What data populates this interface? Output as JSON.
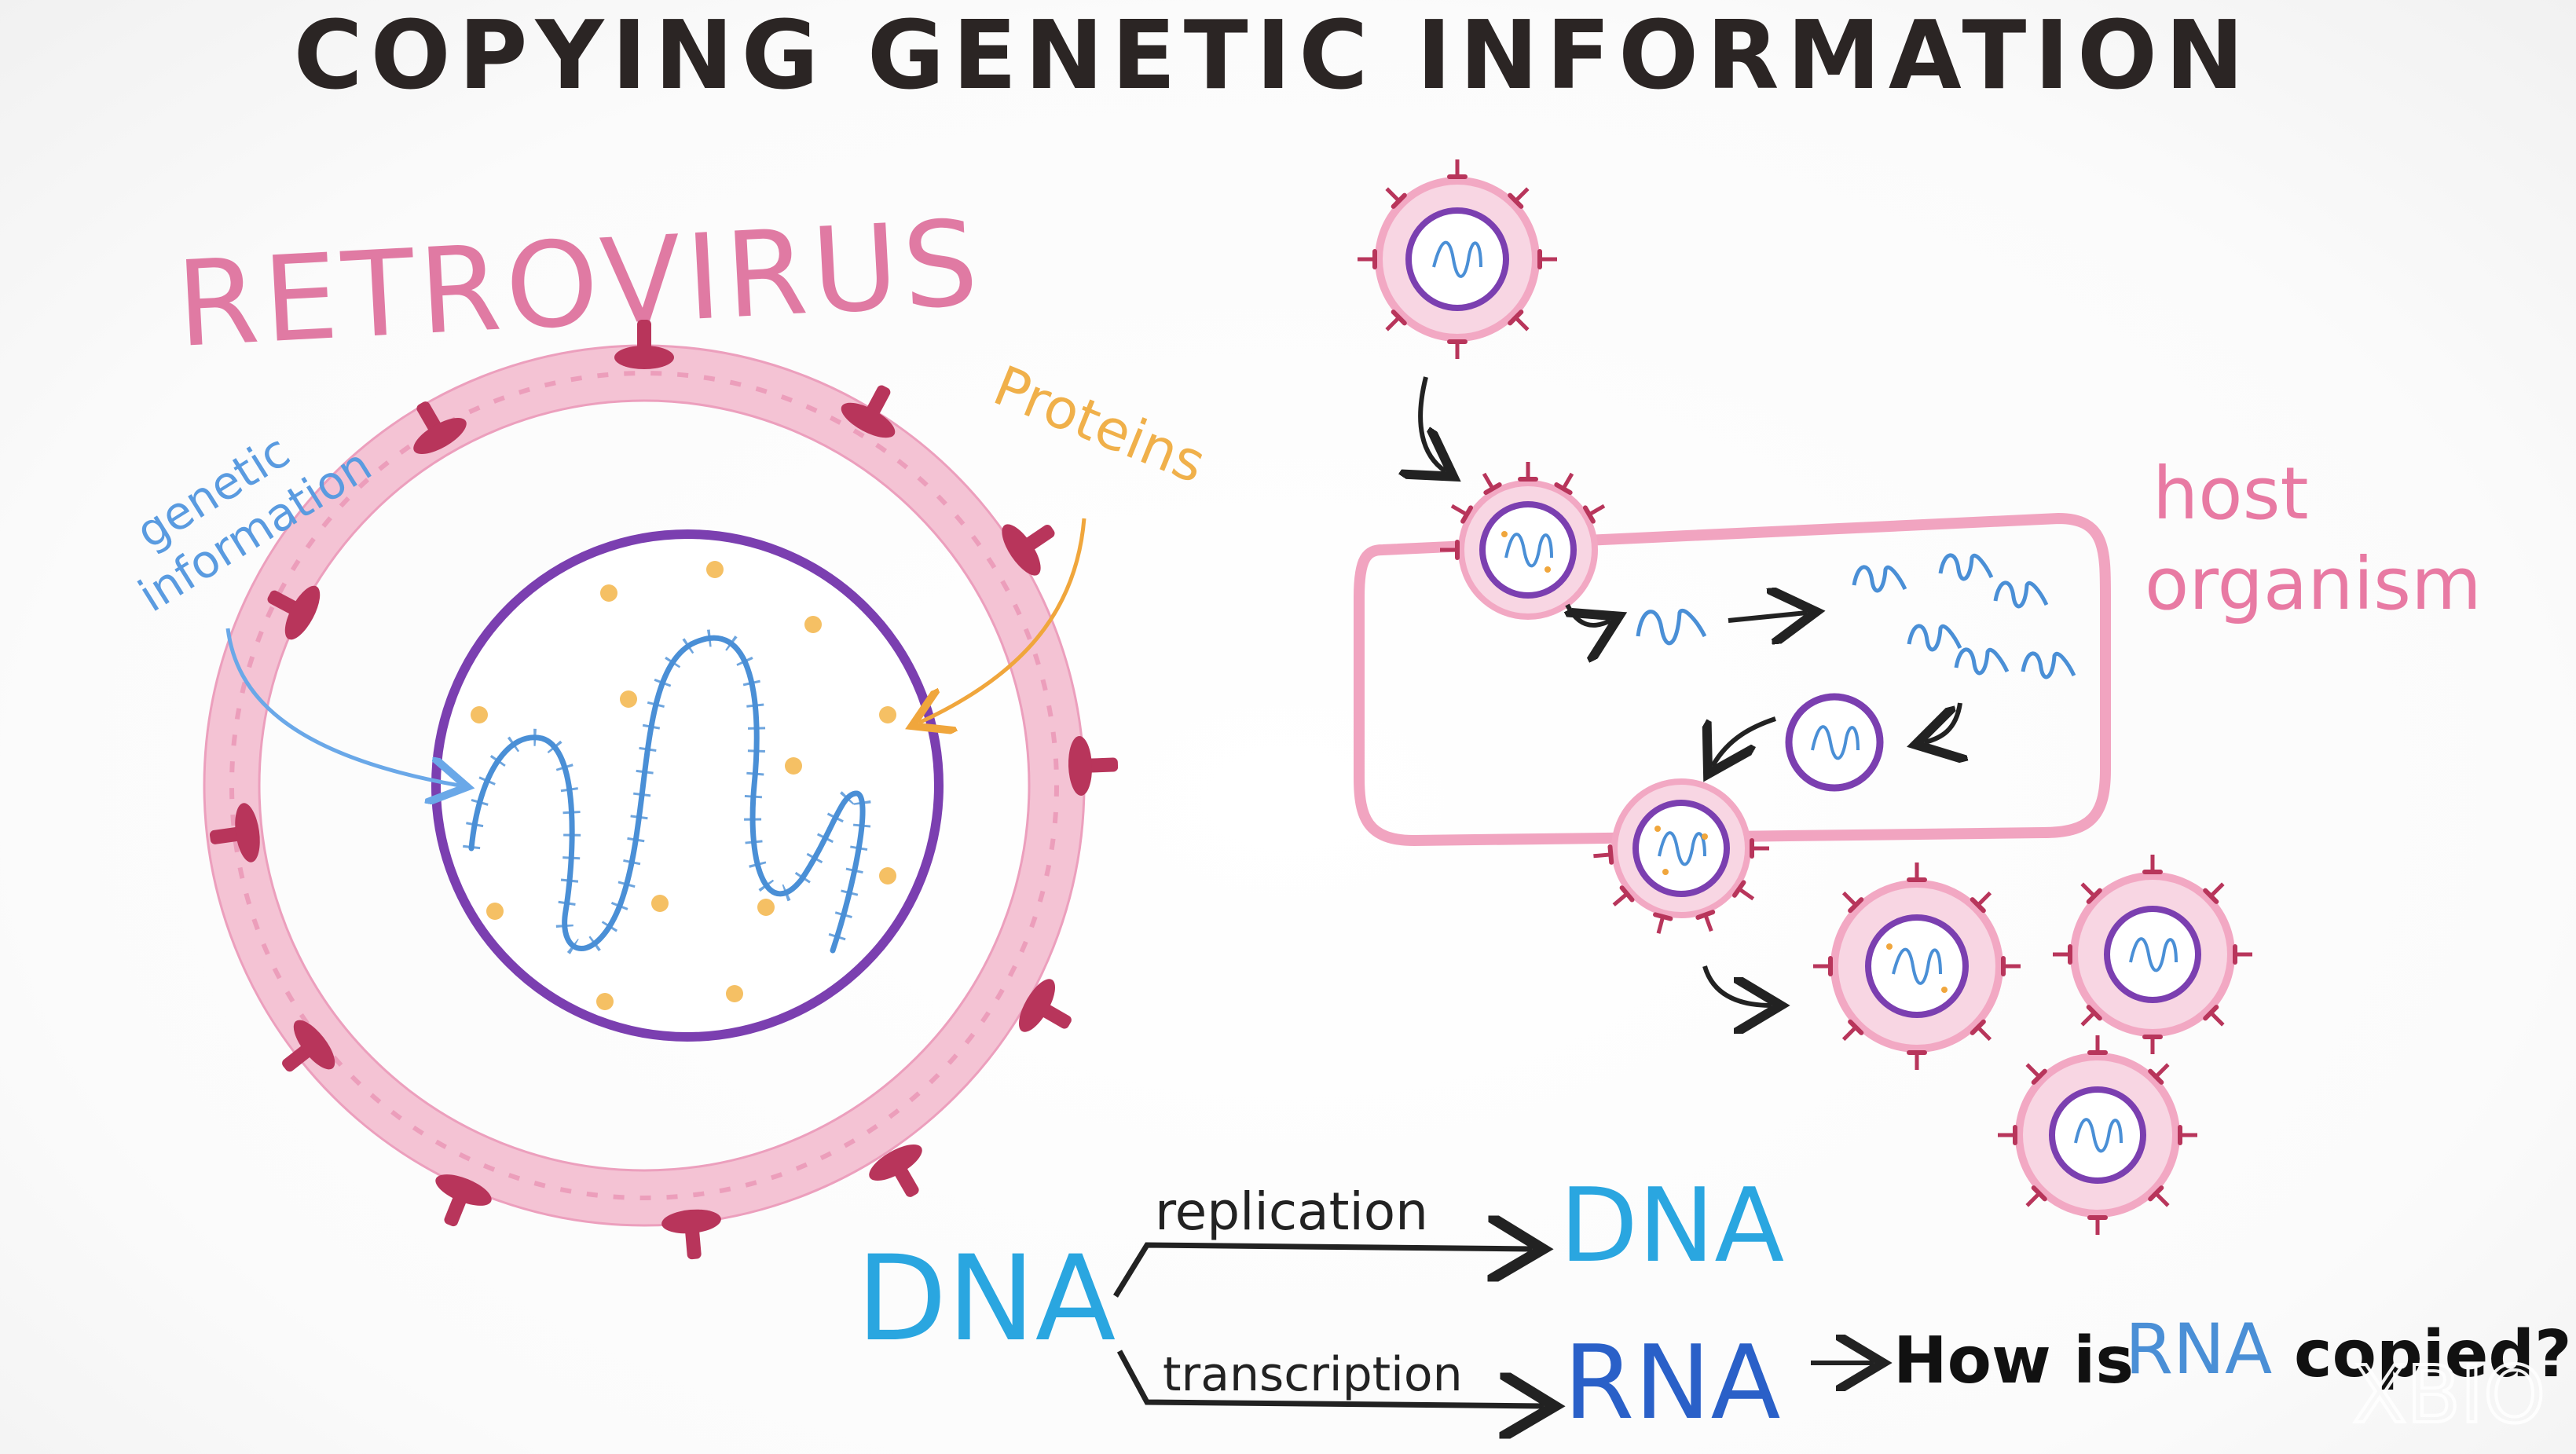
{
  "title": "COPYING GENETIC INFORMATION",
  "retrovirus": {
    "label": "RETROVIRUS",
    "genetic_information_line1": "genetic",
    "genetic_information_line2": "information",
    "proteins": "Proteins"
  },
  "host": {
    "line1": "host",
    "line2": "organism"
  },
  "flow": {
    "source": "DNA",
    "replication": "replication",
    "replication_target": "DNA",
    "transcription": "transcription",
    "transcription_target": "RNA",
    "question_prefix": "How is",
    "question_rna": "RNA",
    "question_suffix": "copied?"
  },
  "watermark": "XBIO",
  "colors": {
    "title": "#2b2524",
    "pink": "#e07aa3",
    "purple": "#7b3fb0",
    "crimson": "#b8355b",
    "blue": "#4a8fd6",
    "dna_blue": "#2aa6e0",
    "rna_blue": "#2a60c8",
    "orange": "#f0a63c"
  }
}
